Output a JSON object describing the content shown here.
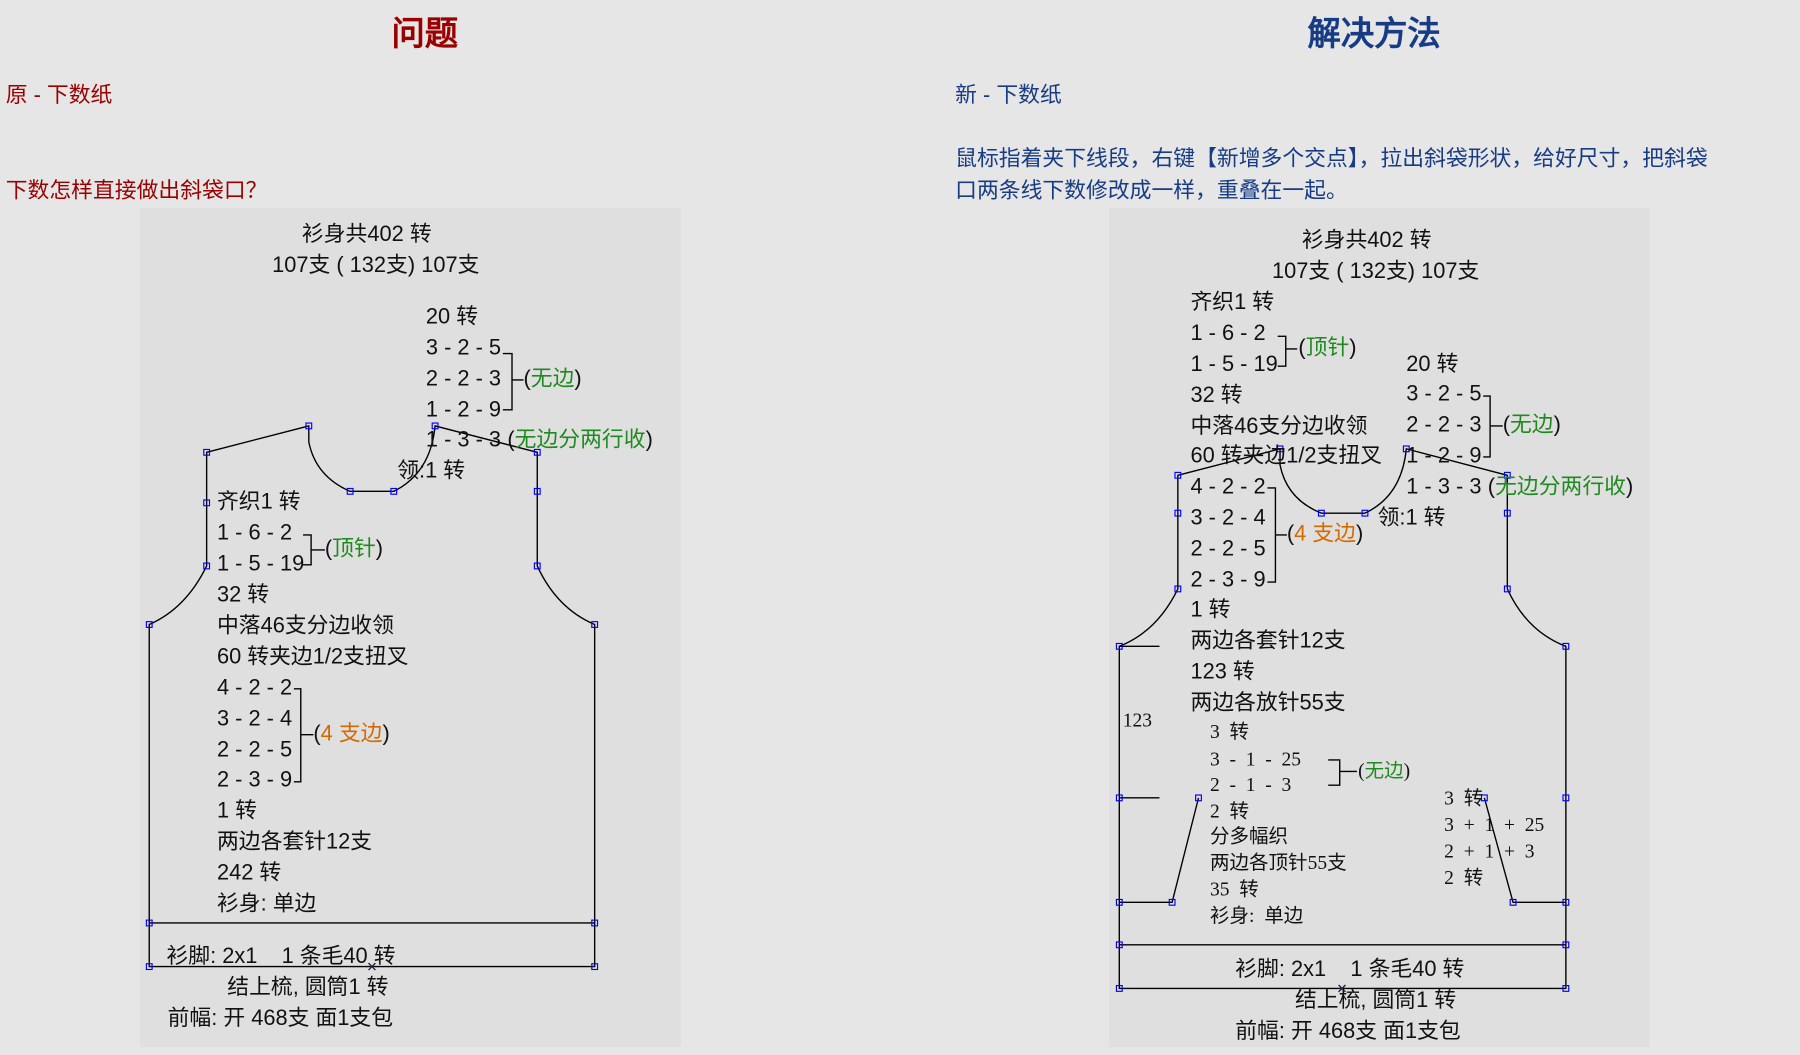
{
  "colors": {
    "problem": "#9b0000",
    "solution": "#173c85",
    "note_green": "#1f8a1f",
    "note_orange": "#d46a00",
    "node": "#0000ff"
  },
  "problem": {
    "title": "问题",
    "subtitle": "原 - 下数纸",
    "question": "下数怎样直接做出斜袋口？"
  },
  "solution": {
    "title": "解决方法",
    "subtitle": "新 - 下数纸",
    "paragraph_1": "鼠标指着夹下线段，右键【新增多个交点】，拉出斜袋形状，给好尺寸，把斜袋",
    "paragraph_2": "口两条线下数修改成一样，重叠在一起。"
  },
  "notes": {
    "wubian": "无边",
    "wubian_two_rows": "无边分两行收",
    "dingzhen": "顶针",
    "four_edge": "4 支边",
    "open": "(",
    "close": ")"
  },
  "left_diagram": {
    "lines": [
      "衫身共402 转",
      "107支 ( 132支) 107支",
      "20 转",
      "3 - 2 - 5",
      "2 - 2 - 3",
      "1 - 2 - 9",
      "1 - 3 - 3",
      "领:1 转",
      "齐织1 转",
      "1 - 6 - 2",
      "1 - 5 - 19",
      "32 转",
      "中落46支分边收领",
      "60 转夹边1/2支扭叉",
      "4 - 2 - 2",
      "3 - 2 - 4",
      "2 - 2 - 5",
      "2 - 3 - 9",
      "1 转",
      "两边各套针12支",
      "242 转",
      "衫身: 单边",
      "衫脚: 2x1    1 条毛40 转",
      "结上梳, 圆筒1 转",
      "前幅: 开 468支 面1支包"
    ]
  },
  "right_diagram": {
    "lines": [
      "衫身共402 转",
      "107支 ( 132支) 107支",
      "齐织1 转",
      "1 - 6 - 2",
      "1 - 5 - 19",
      "32 转",
      "中落46支分边收领",
      "60 转夹边1/2支扭叉",
      "4 - 2 - 2",
      "3 - 2 - 4",
      "2 - 2 - 5",
      "2 - 3 - 9",
      "1 转",
      "两边各套针12支",
      "123 转",
      "两边各放针55支",
      "3  转",
      "3  -  1  -  25",
      "2  -  1  -  3",
      "2  转",
      "分多幅织",
      "两边各顶针55支",
      "35  转",
      "衫身:  单边",
      "20 转",
      "3 - 2 - 5",
      "2 - 2 - 3",
      "1 - 2 - 9",
      "1 - 3 - 3",
      "领:1 转",
      "3  转",
      "3  +  1  +  25",
      "2  +  1  +  3",
      "2  转",
      "123",
      "衫脚: 2x1    1 条毛40 转",
      "结上梳, 圆筒1 转",
      "前幅: 开 468支 面1支包"
    ]
  }
}
